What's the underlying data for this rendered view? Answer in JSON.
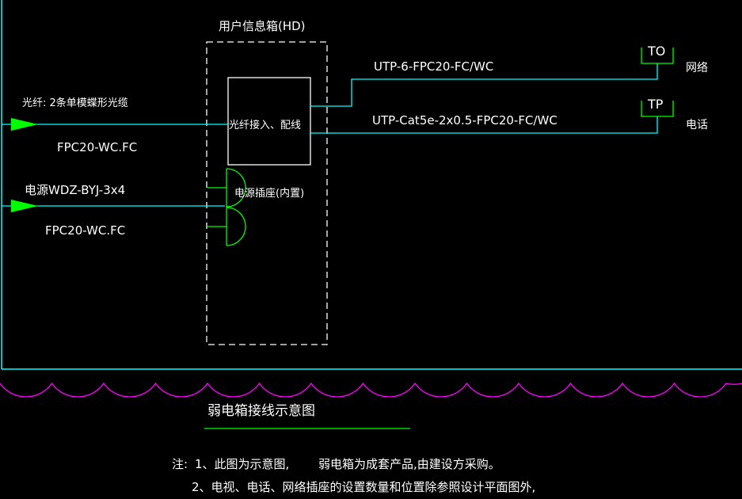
{
  "cabinet": {
    "title": "用户信息箱(HD)"
  },
  "fiber_box": {
    "label": "光纤接入、配线"
  },
  "socket": {
    "label": "电源插座(内置)"
  },
  "inputs": {
    "fiber": {
      "label": "光纤: 2条单模蝶形光缆",
      "conduit": "FPC20-WC.FC"
    },
    "power": {
      "label": "电源WDZ-BYJ-3x4",
      "conduit": "FPC20-WC.FC"
    }
  },
  "outputs": {
    "data": {
      "cable": "UTP-6-FPC20-FC/WC",
      "outlet": "TO",
      "name": "网络"
    },
    "phone": {
      "cable": "UTP-Cat5e-2x0.5-FPC20-FC/WC",
      "outlet": "TP",
      "name": "电话"
    }
  },
  "caption": "弱电箱接线示意图",
  "notes": {
    "prefix": "注:",
    "line1_a": "1、此图为示意图,",
    "line1_b": "弱电箱为成套产品,由建设方采购。",
    "line2": "2、电视、电话、网络插座的设置数量和位置除参照设计平面图外,"
  },
  "colors": {
    "line": "#00ffff",
    "arrow": "#00ff00",
    "symbol": "#00ff00",
    "break": "#ff00ff",
    "text": "#ffffff"
  }
}
